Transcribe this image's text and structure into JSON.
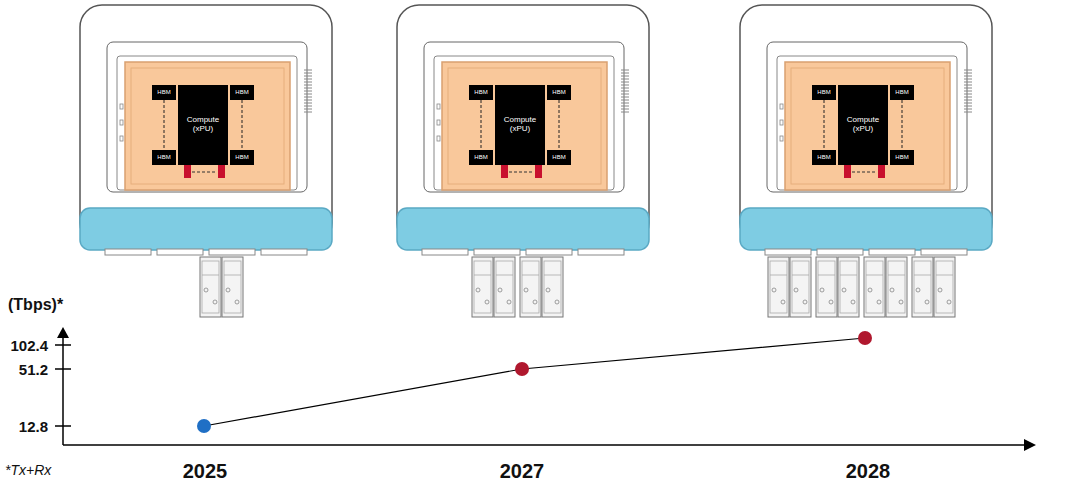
{
  "diagram": {
    "nodes": [
      {
        "text": [
          "HBM"
        ]
      },
      {
        "text": [
          "HBM"
        ]
      },
      {
        "text": [
          "Compute (xPU)"
        ]
      },
      {
        "text": [
          "HBM"
        ]
      },
      {
        "text": [
          "HBM"
        ]
      },
      {
        "text": [
          "HBM"
        ]
      },
      {
        "text": [
          "HBM"
        ]
      },
      {
        "text": [
          "Compute (xPU)"
        ]
      },
      {
        "text": [
          "HBM"
        ]
      },
      {
        "text": [
          "HBM"
        ]
      },
      {
        "text": [
          "HBM"
        ]
      },
      {
        "text": [
          "HBM"
        ]
      },
      {
        "text": [
          "Compute (xPU)"
        ]
      },
      {
        "text": [
          "HBM"
        ]
      },
      {
        "text": [
          "HBM"
        ]
      }
    ],
    "edges": [
      {
        "from": 0,
        "to": 3,
        "arrow": "none"
      },
      {
        "from": 1,
        "to": 4,
        "arrow": "none"
      },
      {
        "from": 5,
        "to": 8,
        "arrow": "none"
      },
      {
        "from": 6,
        "to": 9,
        "arrow": "none"
      },
      {
        "from": 10,
        "to": 13,
        "arrow": "none"
      },
      {
        "from": 11,
        "to": 14,
        "arrow": "none"
      }
    ],
    "labels": [
      "(Tbps)*",
      "102.4",
      "51.2",
      "12.8",
      "*Tx+Rx",
      "2025",
      "2027",
      "2028"
    ]
  }
}
